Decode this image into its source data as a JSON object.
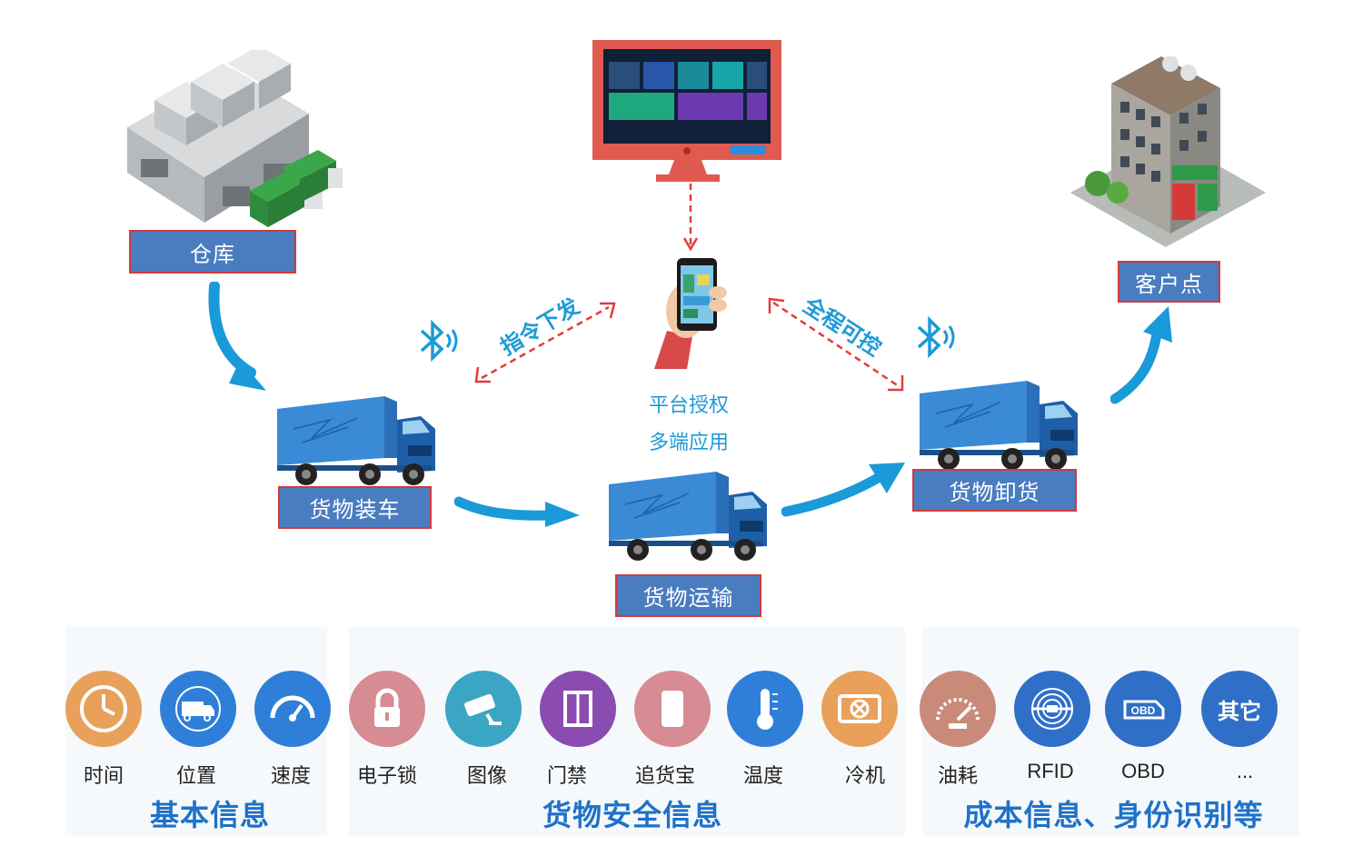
{
  "nodes": {
    "warehouse": "仓库",
    "loading": "货物装车",
    "transport": "货物运输",
    "unloading": "货物卸货",
    "customer": "客户点"
  },
  "links": {
    "command": "指令下发",
    "control": "全程可控"
  },
  "platform": {
    "line1": "平台授权",
    "line2": "多端应用"
  },
  "groups": {
    "basic": "基本信息",
    "safety": "货物安全信息",
    "cost": "成本信息、身份识别等"
  },
  "icons": [
    {
      "label": "时间",
      "icon": "clock-icon",
      "color": "#e8a05a"
    },
    {
      "label": "位置",
      "icon": "truck-location-icon",
      "color": "#2f7fd8"
    },
    {
      "label": "速度",
      "icon": "speedometer-icon",
      "color": "#2f7fd8"
    },
    {
      "label": "电子锁",
      "icon": "lock-icon",
      "color": "#d78b93"
    },
    {
      "label": "图像",
      "icon": "camera-icon",
      "color": "#3aa6c4"
    },
    {
      "label": "门禁",
      "icon": "door-icon",
      "color": "#8a4cb0"
    },
    {
      "label": "追货宝",
      "icon": "tracker-icon",
      "color": "#d78b93"
    },
    {
      "label": "温度",
      "icon": "thermometer-icon",
      "color": "#2f7fd8"
    },
    {
      "label": "冷机",
      "icon": "cooler-icon",
      "color": "#e8a05a"
    },
    {
      "label": "油耗",
      "icon": "fuel-gauge-icon",
      "color": "#c98a7a"
    },
    {
      "label": "RFID",
      "icon": "rfid-icon",
      "color": "#2f6fc8"
    },
    {
      "label": "OBD",
      "icon": "obd-icon",
      "color": "#2f6fc8"
    },
    {
      "label": "...",
      "icon": "other-icon",
      "color": "#2f6fc8",
      "text": "其它"
    }
  ]
}
